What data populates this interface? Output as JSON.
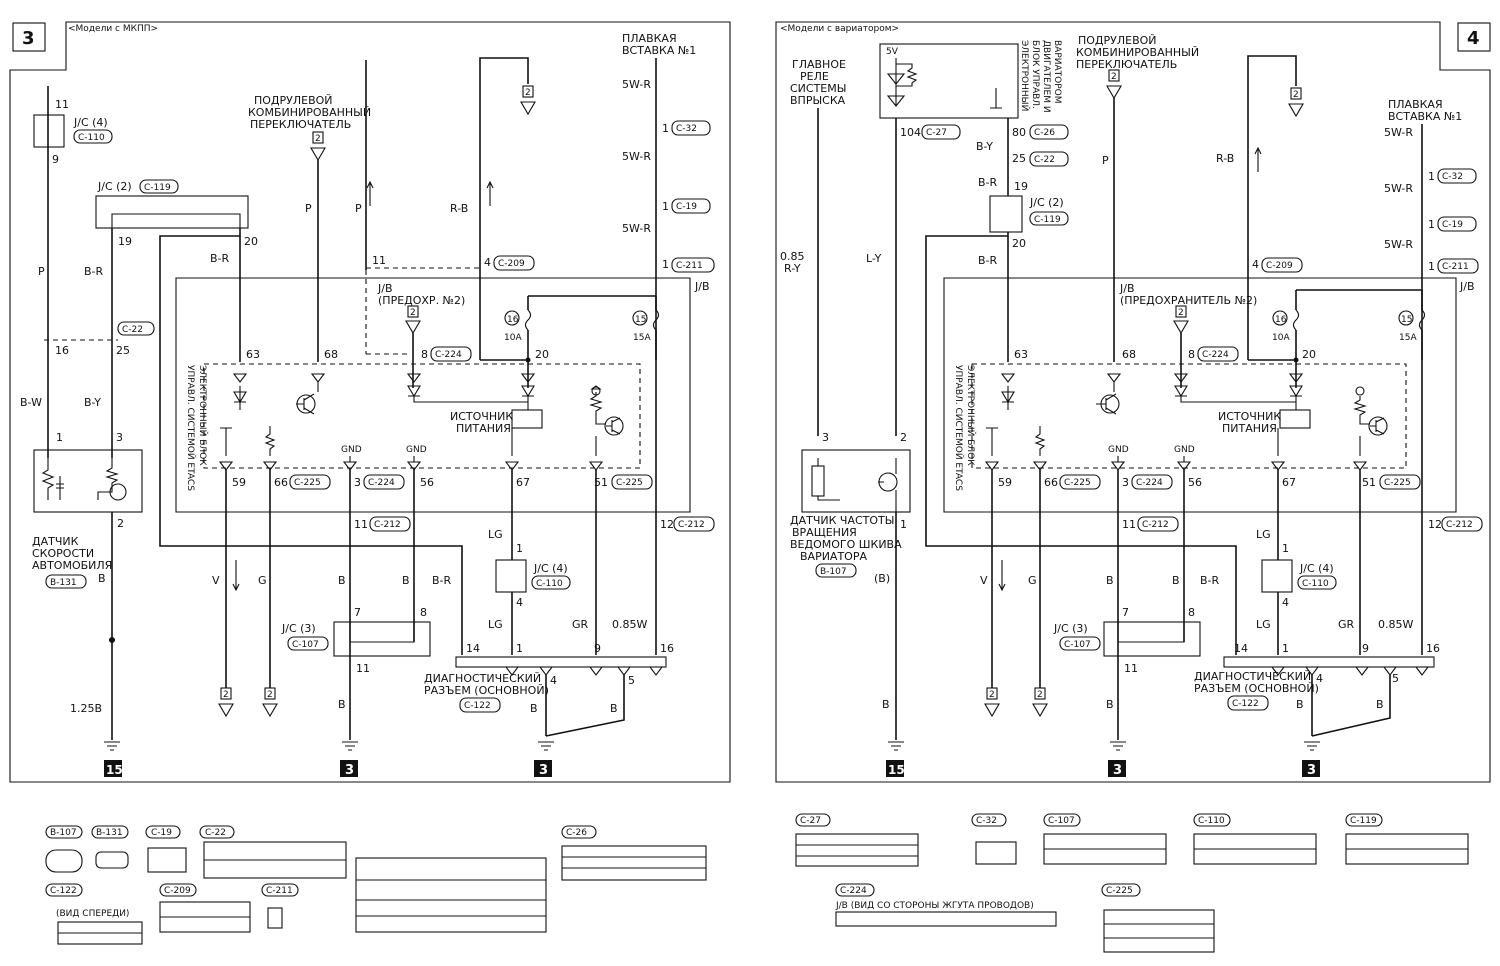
{
  "panel_left": {
    "number": "3",
    "tag": "<Модели с МКПП>",
    "fuse_title1": "ПЛАВКАЯ",
    "fuse_title2": "ВСТАВКА №1",
    "switch1": "ПОДРУЛЕВОЙ",
    "switch2": "КОМБИНИРОВАННЫЙ",
    "switch3": "ПЕРЕКЛЮЧАТЕЛЬ",
    "jb_title": "J/B",
    "jb_fuse": "(ПРЕДОХР. №2)",
    "ecu_v1": "ЭЛЕКТРОННЫЙ БЛОК",
    "ecu_v2": "УПРАВЛ. СИСТЕМОЙ ETACS",
    "power": "ИСТОЧНИК",
    "power2": "ПИТАНИЯ",
    "sensor1": "ДАТЧИК",
    "sensor2": "СКОРОСТИ",
    "sensor3": "АВТОМОБИЛЯ",
    "sensor_code": "B-131",
    "diag1": "ДИАГНОСТИЧЕСКИЙ",
    "diag2": "РАЗЪЕМ (ОСНОВНОЙ)",
    "diag_code": "C-122",
    "jc4": "J/C (4)",
    "jc4code": "C-110",
    "jc2": "J/C (2)",
    "jc2code": "C-119",
    "jc3": "J/C (3)",
    "jc3code": "C-107",
    "c22": "C-22",
    "c32": "C-32",
    "c19": "C-19",
    "c211": "C-211",
    "c209": "C-209",
    "c224": "C-224",
    "c225": "C-225",
    "c212": "C-212",
    "gnd": "GND",
    "fuse16": "16",
    "fuse15": "15",
    "a10": "10A",
    "a15": "15A",
    "ground1": "15",
    "ground2": "3",
    "ground3": "3"
  },
  "panel_right": {
    "number": "4",
    "tag": "<Модели с вариатором>",
    "relay1": "ГЛАВНОЕ",
    "relay2": "РЕЛЕ",
    "relay3": "СИСТЕМЫ",
    "relay4": "ВПРЫСКА",
    "ecm_v1": "ЭЛЕКТРОННЫЙ",
    "ecm_v2": "БЛОК УПРАВЛ.",
    "ecm_v3": "ДВИГАТЕЛЕМ И",
    "ecm_v4": "ВАРИАТОРОМ",
    "v5": "5V",
    "jb_fuse": "(ПРЕДОХРАНИТЕЛЬ №2)",
    "sensor1": "ДАТЧИК ЧАСТОТЫ",
    "sensor2": "ВРАЩЕНИЯ",
    "sensor3": "ВЕДОМОГО ШКИВА",
    "sensor4": "ВАРИАТОРА",
    "sensor_code": "B-107",
    "c26": "C-26",
    "c27": "C-27"
  },
  "wires": {
    "p": "P",
    "br": "B-R",
    "bw": "B-W",
    "by": "B-Y",
    "b": "B",
    "b125": "1.25B",
    "rb": "R-B",
    "w5r": "5W-R",
    "v": "V",
    "g": "G",
    "lg": "LG",
    "gr": "GR",
    "w085": "0.85W",
    "ly": "L-Y",
    "ry085": "0.85",
    "ry": "R-Y",
    "bparen": "(B)"
  },
  "pins": {
    "p1": "1",
    "p2": "2",
    "p3": "3",
    "p4": "4",
    "p5": "5",
    "p7": "7",
    "p8": "8",
    "p9": "9",
    "p11": "11",
    "p12": "12",
    "p14": "14",
    "p16": "16",
    "p19": "19",
    "p20": "20",
    "p25": "25",
    "p51": "51",
    "p56": "56",
    "p59": "59",
    "p63": "63",
    "p66": "66",
    "p67": "67",
    "p68": "68",
    "p80": "80",
    "p104": "104"
  },
  "legend": {
    "b107": "B-107",
    "b131": "B-131",
    "c19": "C-19",
    "c22": "C-22",
    "c122": "C-122",
    "c122_view": "(ВИД СПЕРЕДИ)",
    "c209": "C-209",
    "c211": "C-211",
    "c26": "C-26",
    "c27": "C-27",
    "c32": "C-32",
    "c107": "C-107",
    "c110": "C-110",
    "c119": "C-119",
    "c224": "C-224",
    "c224_view": "J/B (ВИД СО СТОРОНЫ ЖГУТА ПРОВОДОВ)",
    "c225": "C-225"
  }
}
